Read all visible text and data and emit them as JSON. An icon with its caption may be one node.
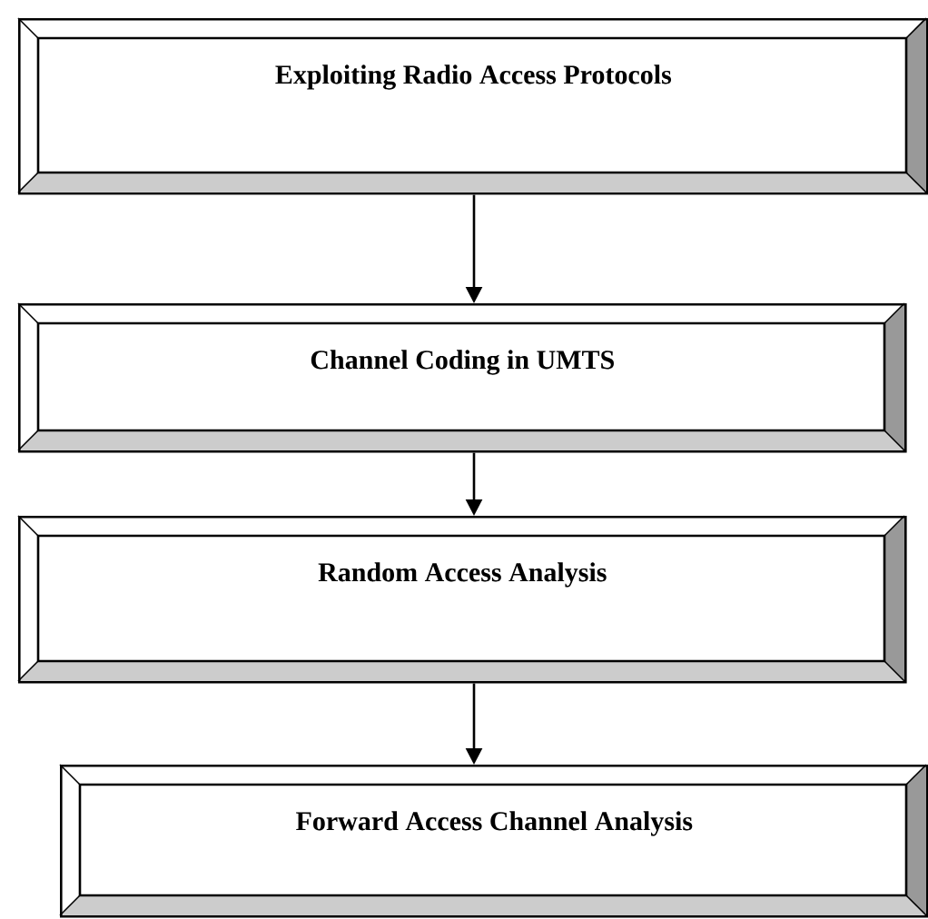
{
  "diagram": {
    "nodes": [
      {
        "text": [
          "Exploiting Radio Access Protocols"
        ]
      },
      {
        "text": [
          "Channel Coding in UMTS"
        ]
      },
      {
        "text": [
          "Random Access Analysis"
        ]
      },
      {
        "text": [
          "Forward Access Channel Analysis"
        ]
      }
    ],
    "edges": [
      {
        "from": 0,
        "to": 1,
        "arrow": "to"
      },
      {
        "from": 1,
        "to": 2,
        "arrow": "to"
      },
      {
        "from": 2,
        "to": 3,
        "arrow": "to"
      }
    ]
  }
}
